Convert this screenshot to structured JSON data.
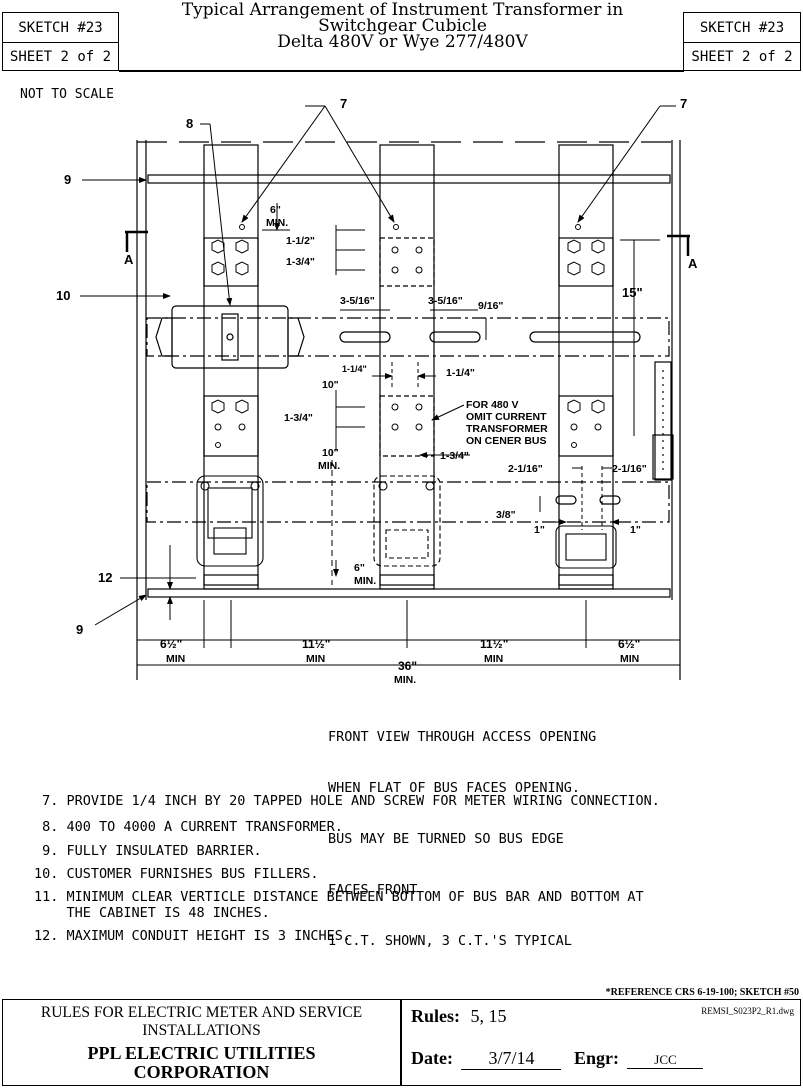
{
  "header": {
    "sketch_label": "SKETCH #23",
    "sheet_label": "SHEET 2 of 2",
    "title_lines": [
      "Typical Arrangement of Instrument Transformer in",
      "Switchgear Cubicle",
      "Delta 480V or Wye 277/480V"
    ]
  },
  "drawing": {
    "scale_note": "NOT TO SCALE",
    "callouts": {
      "c7_left": "7",
      "c7_right": "7",
      "c8": "8",
      "c9_top": "9",
      "c9_bottom": "9",
      "c10": "10",
      "c12": "12",
      "section_left": "A",
      "section_right": "A"
    },
    "dims": {
      "d6min_top_a": "6\"",
      "d6min_top_b": "MIN.",
      "d1_1_2": "1-1/2\"",
      "d1_3_4_top": "1-3/4\"",
      "d3_5_16_left": "3-5/16\"",
      "d3_5_16_right": "3-5/16\"",
      "d9_16": "9/16\"",
      "d15": "15\"",
      "d1_1_4_left": "1-1/4\"",
      "d1_1_4_right": "1-1/4\"",
      "d10_top": "10\"",
      "d1_3_4_mid": "1-3/4\"",
      "d10min_a": "10\"",
      "d10min_b": "MIN.",
      "d1_3_4_right": "1-3/4\"",
      "d2_1_16_left": "2-1/16\"",
      "d2_1_16_right": "2-1/16\"",
      "d3_8": "3/8\"",
      "d1_left": "1\"",
      "d1_right": "1\"",
      "d6min_bot_a": "6\"",
      "d6min_bot_b": "MIN.",
      "w1_a": "6½\"",
      "w1_b": "MIN",
      "w2_a": "11½\"",
      "w2_b": "MIN",
      "w3_a": "11½\"",
      "w3_b": "MIN",
      "w4_a": "6½\"",
      "w4_b": "MIN",
      "total_a": "36\"",
      "total_b": "MIN."
    },
    "for480_lines": [
      "FOR 480 V",
      "OMIT CURRENT",
      "TRANSFORMER",
      "ON CENER BUS"
    ]
  },
  "caption_lines": [
    "FRONT VIEW THROUGH ACCESS OPENING",
    "WHEN FLAT OF BUS FACES OPENING.",
    "BUS MAY BE TURNED SO BUS EDGE",
    "FACES FRONT",
    "1 C.T. SHOWN, 3 C.T.'S TYPICAL"
  ],
  "notes": [
    " 7. PROVIDE 1/4 INCH BY 20 TAPPED HOLE AND SCREW FOR METER WIRING CONNECTION.",
    " 8. 400 TO 4000 A CURRENT TRANSFORMER.",
    " 9. FULLY INSULATED BARRIER.",
    "10. CUSTOMER FURNISHES BUS FILLERS.",
    "11. MINIMUM CLEAR VERTICLE DISTANCE BETWEEN BOTTOM OF BUS BAR AND BOTTOM AT",
    "    THE CABINET IS 48 INCHES.",
    "12. MAXIMUM CONDUIT HEIGHT IS 3 INCHES."
  ],
  "footer": {
    "reference": "*REFERENCE CRS 6-19-100; SKETCH #50",
    "file": "REMSI_S023P2_R1.dwg",
    "rules_title_1": "RULES FOR ELECTRIC METER AND SERVICE",
    "rules_title_2": "INSTALLATIONS",
    "company_1": "PPL ELECTRIC UTILITIES",
    "company_2": "CORPORATION",
    "rules_label": "Rules:",
    "rules_value": "5, 15",
    "date_label": "Date:",
    "date_value": "3/7/14",
    "engr_label": "Engr:",
    "engr_value": "JCC"
  }
}
